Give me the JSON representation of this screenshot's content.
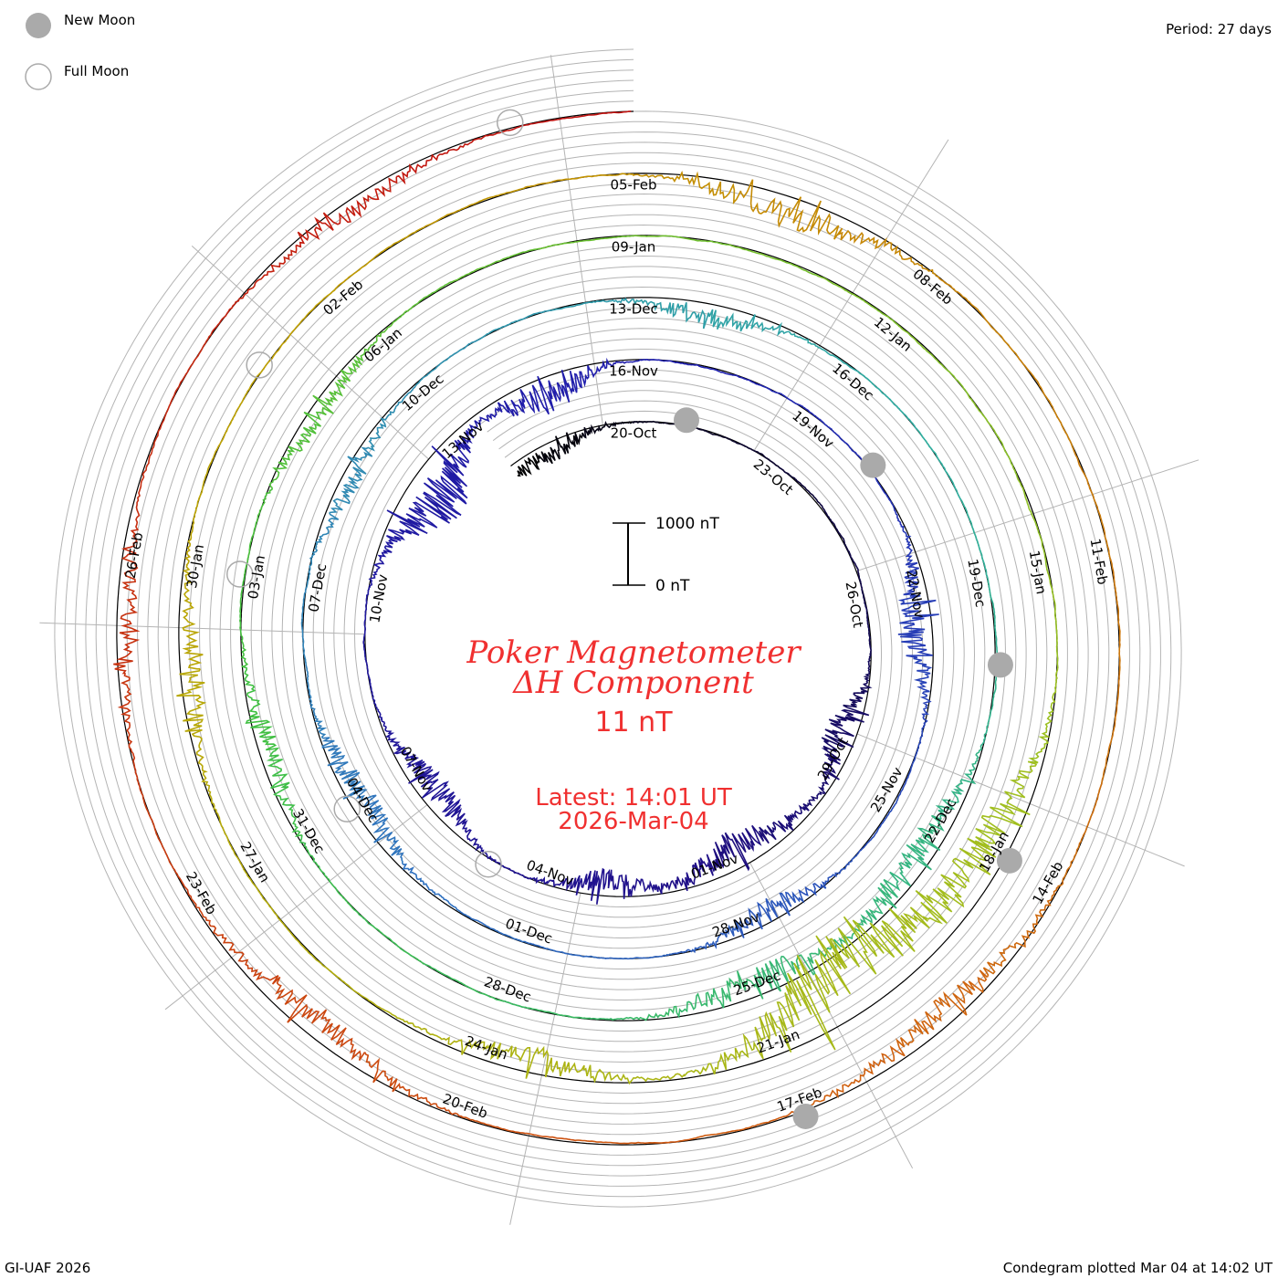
{
  "legend": {
    "new_moon": "New Moon",
    "full_moon": "Full Moon"
  },
  "period_label": "Period: 27 days",
  "footer": {
    "left": "GI-UAF 2026",
    "right": "Condegram plotted Mar 04 at 14:02 UT"
  },
  "center": {
    "title_line1": "Poker Magnetometer",
    "title_line2": "ΔH Component",
    "current_value": "11 nT",
    "latest_line1": "Latest: 14:01 UT",
    "latest_line2": "2026-Mar-04",
    "scale_top": "1000 nT",
    "scale_bottom": "0 nT"
  },
  "colors": {
    "title": "#f03030",
    "grid": "#b4b4b4",
    "baseline": "#000000",
    "moon": "#aaaaaa",
    "trace_stops": [
      "#000000",
      "#20108a",
      "#2020b0",
      "#3070c0",
      "#30b0a0",
      "#40c040",
      "#a0c020",
      "#c0a000",
      "#d06010",
      "#c01010"
    ]
  },
  "chart_data": {
    "type": "line",
    "subtype": "condegram-spiral",
    "title": "Poker Magnetometer ΔH Component",
    "period_days": 27,
    "scale_nT": 1000,
    "start_day_offset": -2.6,
    "end_day_offset": 135.0,
    "reference_date": "20-Oct",
    "date_labels": [
      "20-Oct",
      "23-Oct",
      "26-Oct",
      "29-Oct",
      "01-Nov",
      "04-Nov",
      "07-Nov",
      "10-Nov",
      "13-Nov",
      "16-Nov",
      "19-Nov",
      "22-Nov",
      "25-Nov",
      "28-Nov",
      "01-Dec",
      "04-Dec",
      "07-Dec",
      "10-Dec",
      "13-Dec",
      "16-Dec",
      "19-Dec",
      "22-Dec",
      "25-Dec",
      "28-Dec",
      "31-Dec",
      "03-Jan",
      "06-Jan",
      "09-Jan",
      "12-Jan",
      "15-Jan",
      "18-Jan",
      "21-Jan",
      "24-Jan",
      "27-Jan",
      "30-Jan",
      "02-Feb",
      "05-Feb",
      "08-Feb",
      "11-Feb",
      "14-Feb",
      "17-Feb",
      "20-Feb",
      "23-Feb",
      "26-Feb"
    ],
    "label_step_days": 3,
    "new_moons_day_offset": [
      1,
      31,
      61,
      90,
      120
    ],
    "full_moons_day_offset": [
      16,
      45,
      75,
      104,
      134
    ],
    "disturbance_events": [
      {
        "day": -2.0,
        "nT": -350,
        "width": 1.2
      },
      {
        "day": 8.5,
        "nT": -550,
        "width": 0.8
      },
      {
        "day": 11.5,
        "nT": -600,
        "width": 1.2
      },
      {
        "day": 14.0,
        "nT": -450,
        "width": 0.8
      },
      {
        "day": 17.5,
        "nT": -500,
        "width": 1.0
      },
      {
        "day": 23.0,
        "nT": -1000,
        "width": 1.0
      },
      {
        "day": 25.5,
        "nT": -600,
        "width": 0.8
      },
      {
        "day": 33.5,
        "nT": -600,
        "width": 0.9
      },
      {
        "day": 38.5,
        "nT": -400,
        "width": 0.8
      },
      {
        "day": 45.0,
        "nT": -450,
        "width": 1.0
      },
      {
        "day": 49.5,
        "nT": -350,
        "width": 0.8
      },
      {
        "day": 55.0,
        "nT": -400,
        "width": 0.8
      },
      {
        "day": 63.5,
        "nT": -550,
        "width": 1.0
      },
      {
        "day": 66.0,
        "nT": -500,
        "width": 1.0
      },
      {
        "day": 73.0,
        "nT": -400,
        "width": 0.8
      },
      {
        "day": 77.0,
        "nT": -350,
        "width": 0.8
      },
      {
        "day": 90.0,
        "nT": -700,
        "width": 1.0
      },
      {
        "day": 92.0,
        "nT": -1500,
        "width": 1.2
      },
      {
        "day": 95.5,
        "nT": -450,
        "width": 0.8
      },
      {
        "day": 101.0,
        "nT": -400,
        "width": 0.8
      },
      {
        "day": 109.5,
        "nT": -500,
        "width": 0.9
      },
      {
        "day": 118.5,
        "nT": -450,
        "width": 1.0
      },
      {
        "day": 124.5,
        "nT": -500,
        "width": 0.9
      },
      {
        "day": 128.5,
        "nT": -350,
        "width": 0.8
      },
      {
        "day": 132.5,
        "nT": -300,
        "width": 0.8
      }
    ]
  }
}
